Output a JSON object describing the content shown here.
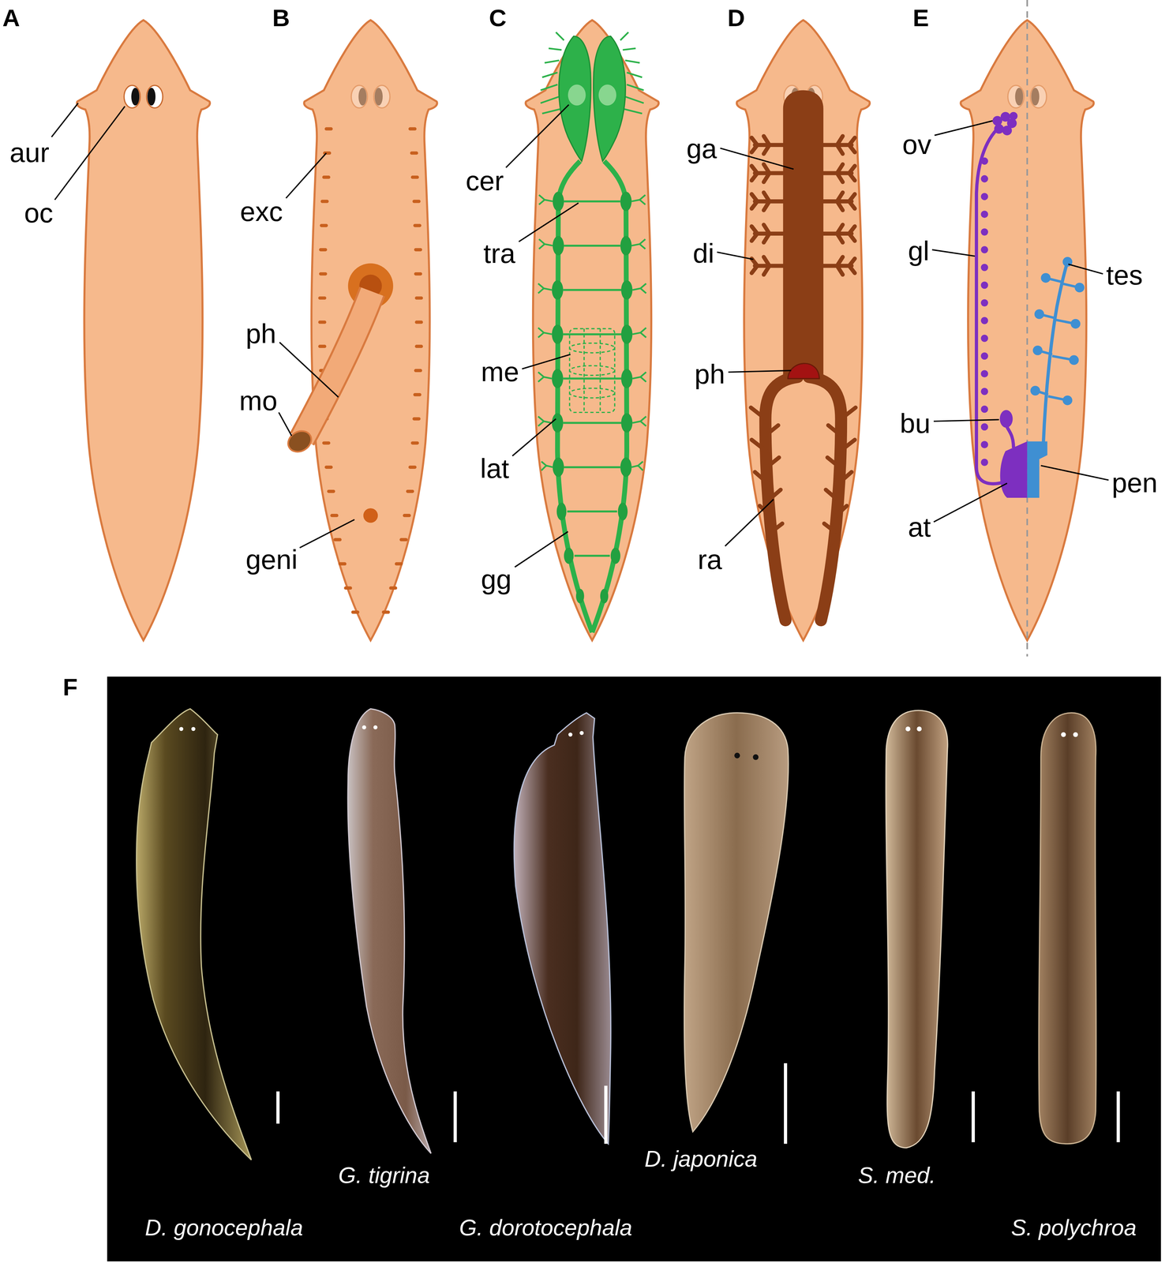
{
  "diagram": {
    "labels": [
      "A",
      "B",
      "C",
      "D",
      "E",
      "aur",
      "oc",
      "exc",
      "ph",
      "mo",
      "geni",
      "cer",
      "tra",
      "me",
      "lat",
      "gg",
      "ga",
      "di",
      "ph",
      "ra",
      "ov",
      "gl",
      "bu",
      "at",
      "tes",
      "pen",
      "F",
      "D. gonocephala",
      "G. tigrina",
      "G. dorotocephala",
      "D. japonica",
      "S. med.",
      "S. polychroa"
    ]
  }
}
